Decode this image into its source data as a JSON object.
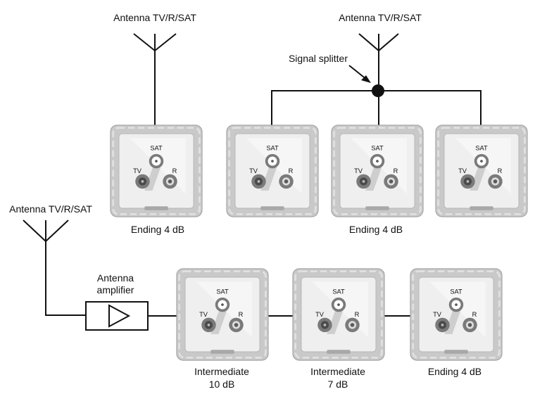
{
  "antennas": [
    {
      "label": "Antenna TV/R/SAT"
    },
    {
      "label": "Antenna TV/R/SAT"
    },
    {
      "label": "Antenna TV/R/SAT"
    }
  ],
  "splitter": {
    "label": "Signal splitter"
  },
  "amplifier": {
    "line1": "Antenna",
    "line2": "amplifier"
  },
  "socket_ports": {
    "sat": "SAT",
    "tv": "TV",
    "r": "R"
  },
  "captions": [
    {
      "line1": "Ending 4 dB",
      "line2": ""
    },
    {
      "line1": "Ending 4 dB",
      "line2": ""
    },
    {
      "line1": "Intermediate",
      "line2": "10 dB"
    },
    {
      "line1": "Intermediate",
      "line2": "7 dB"
    },
    {
      "line1": "Ending 4 dB",
      "line2": ""
    }
  ],
  "colors": {
    "wire": "#111111",
    "frame": "#c9c9c9",
    "plate": "#efefef",
    "port": "#7a7a7a"
  }
}
